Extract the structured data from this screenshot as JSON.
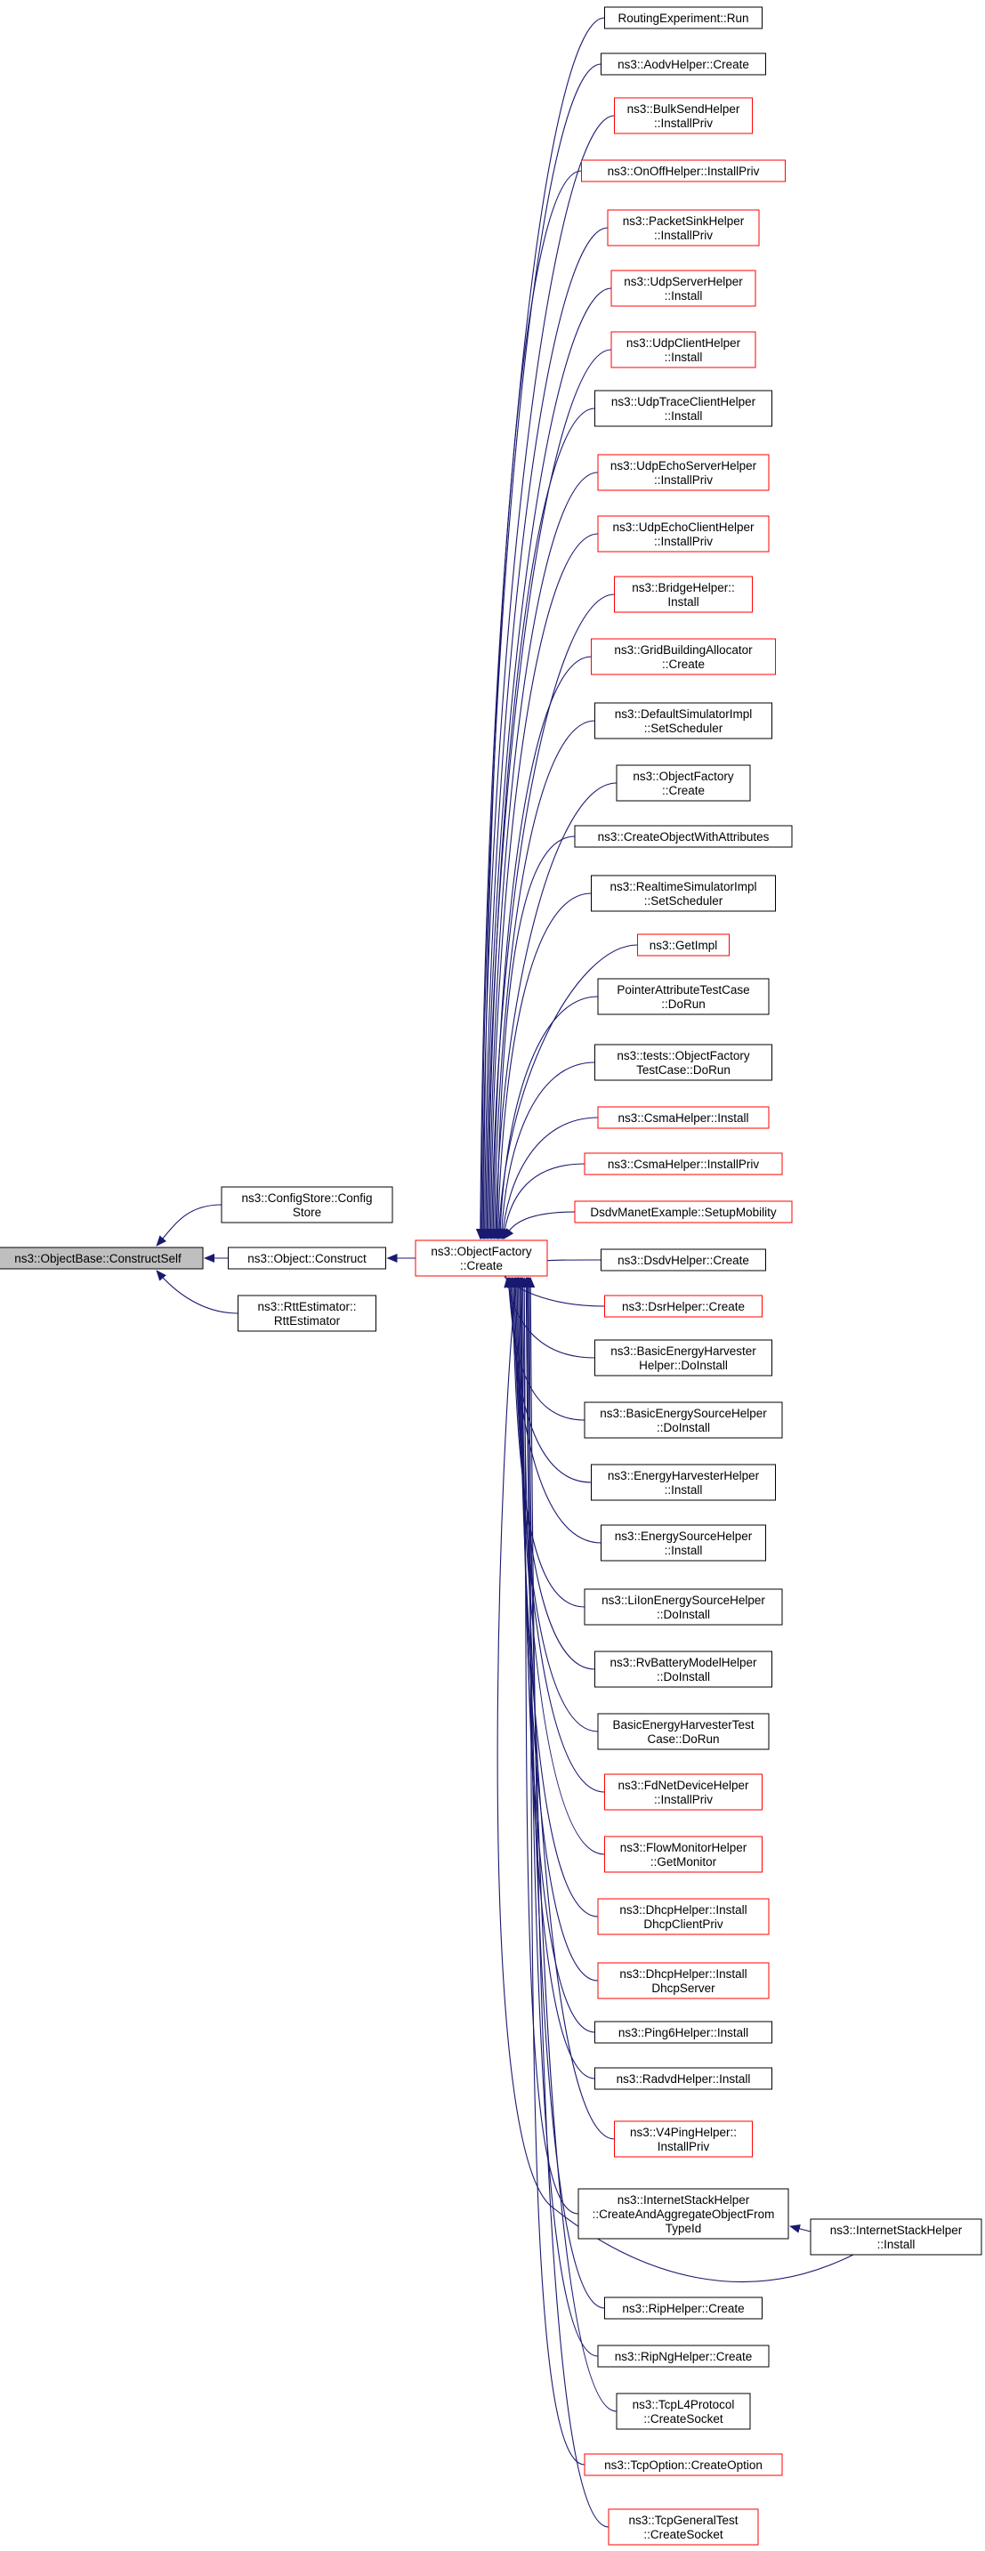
{
  "colors": {
    "edge": "#191970",
    "border_default": "#000000",
    "border_truncated": "#ff0000",
    "fill_root": "#bfbfbf",
    "fill_default": "#ffffff"
  },
  "nodes": [
    {
      "id": "root",
      "lines": [
        "ns3::ObjectBase::ConstructSelf"
      ],
      "style": "root"
    },
    {
      "id": "configstore",
      "lines": [
        "ns3::ConfigStore::Config",
        "Store"
      ],
      "style": "normal"
    },
    {
      "id": "object-construct",
      "lines": [
        "ns3::Object::Construct"
      ],
      "style": "normal"
    },
    {
      "id": "rttestimator",
      "lines": [
        "ns3::RttEstimator::",
        "RttEstimator"
      ],
      "style": "normal"
    },
    {
      "id": "objectfactory-create",
      "lines": [
        "ns3::ObjectFactory",
        "::Create"
      ],
      "style": "truncated"
    },
    {
      "id": "c0",
      "lines": [
        "RoutingExperiment::Run"
      ],
      "style": "normal"
    },
    {
      "id": "c1",
      "lines": [
        "ns3::AodvHelper::Create"
      ],
      "style": "normal"
    },
    {
      "id": "c2",
      "lines": [
        "ns3::BulkSendHelper",
        "::InstallPriv"
      ],
      "style": "truncated"
    },
    {
      "id": "c3",
      "lines": [
        "ns3::OnOffHelper::InstallPriv"
      ],
      "style": "truncated"
    },
    {
      "id": "c4",
      "lines": [
        "ns3::PacketSinkHelper",
        "::InstallPriv"
      ],
      "style": "truncated"
    },
    {
      "id": "c5",
      "lines": [
        "ns3::UdpServerHelper",
        "::Install"
      ],
      "style": "truncated"
    },
    {
      "id": "c6",
      "lines": [
        "ns3::UdpClientHelper",
        "::Install"
      ],
      "style": "truncated"
    },
    {
      "id": "c7",
      "lines": [
        "ns3::UdpTraceClientHelper",
        "::Install"
      ],
      "style": "normal"
    },
    {
      "id": "c8",
      "lines": [
        "ns3::UdpEchoServerHelper",
        "::InstallPriv"
      ],
      "style": "truncated"
    },
    {
      "id": "c9",
      "lines": [
        "ns3::UdpEchoClientHelper",
        "::InstallPriv"
      ],
      "style": "truncated"
    },
    {
      "id": "c10",
      "lines": [
        "ns3::BridgeHelper::",
        "Install"
      ],
      "style": "truncated"
    },
    {
      "id": "c11",
      "lines": [
        "ns3::GridBuildingAllocator",
        "::Create"
      ],
      "style": "truncated"
    },
    {
      "id": "c12",
      "lines": [
        "ns3::DefaultSimulatorImpl",
        "::SetScheduler"
      ],
      "style": "normal"
    },
    {
      "id": "c13",
      "lines": [
        "ns3::ObjectFactory",
        "::Create"
      ],
      "style": "normal"
    },
    {
      "id": "c14",
      "lines": [
        "ns3::CreateObjectWithAttributes"
      ],
      "style": "normal"
    },
    {
      "id": "c15",
      "lines": [
        "ns3::RealtimeSimulatorImpl",
        "::SetScheduler"
      ],
      "style": "normal"
    },
    {
      "id": "c16",
      "lines": [
        "ns3::GetImpl"
      ],
      "style": "truncated"
    },
    {
      "id": "c17",
      "lines": [
        "PointerAttributeTestCase",
        "::DoRun"
      ],
      "style": "normal"
    },
    {
      "id": "c18",
      "lines": [
        "ns3::tests::ObjectFactory",
        "TestCase::DoRun"
      ],
      "style": "normal"
    },
    {
      "id": "c19",
      "lines": [
        "ns3::CsmaHelper::Install"
      ],
      "style": "truncated"
    },
    {
      "id": "c20",
      "lines": [
        "ns3::CsmaHelper::InstallPriv"
      ],
      "style": "truncated"
    },
    {
      "id": "c21",
      "lines": [
        "DsdvManetExample::SetupMobility"
      ],
      "style": "truncated"
    },
    {
      "id": "c22",
      "lines": [
        "ns3::DsdvHelper::Create"
      ],
      "style": "normal"
    },
    {
      "id": "c23",
      "lines": [
        "ns3::DsrHelper::Create"
      ],
      "style": "truncated"
    },
    {
      "id": "c24",
      "lines": [
        "ns3::BasicEnergyHarvester",
        "Helper::DoInstall"
      ],
      "style": "normal"
    },
    {
      "id": "c25",
      "lines": [
        "ns3::BasicEnergySourceHelper",
        "::DoInstall"
      ],
      "style": "normal"
    },
    {
      "id": "c26",
      "lines": [
        "ns3::EnergyHarvesterHelper",
        "::Install"
      ],
      "style": "normal"
    },
    {
      "id": "c27",
      "lines": [
        "ns3::EnergySourceHelper",
        "::Install"
      ],
      "style": "normal"
    },
    {
      "id": "c28",
      "lines": [
        "ns3::LiIonEnergySourceHelper",
        "::DoInstall"
      ],
      "style": "normal"
    },
    {
      "id": "c29",
      "lines": [
        "ns3::RvBatteryModelHelper",
        "::DoInstall"
      ],
      "style": "normal"
    },
    {
      "id": "c30",
      "lines": [
        "BasicEnergyHarvesterTest",
        "Case::DoRun"
      ],
      "style": "normal"
    },
    {
      "id": "c31",
      "lines": [
        "ns3::FdNetDeviceHelper",
        "::InstallPriv"
      ],
      "style": "truncated"
    },
    {
      "id": "c32",
      "lines": [
        "ns3::FlowMonitorHelper",
        "::GetMonitor"
      ],
      "style": "truncated"
    },
    {
      "id": "c33",
      "lines": [
        "ns3::DhcpHelper::Install",
        "DhcpClientPriv"
      ],
      "style": "truncated"
    },
    {
      "id": "c34",
      "lines": [
        "ns3::DhcpHelper::Install",
        "DhcpServer"
      ],
      "style": "truncated"
    },
    {
      "id": "c35",
      "lines": [
        "ns3::Ping6Helper::Install"
      ],
      "style": "normal"
    },
    {
      "id": "c36",
      "lines": [
        "ns3::RadvdHelper::Install"
      ],
      "style": "normal"
    },
    {
      "id": "c37",
      "lines": [
        "ns3::V4PingHelper::",
        "InstallPriv"
      ],
      "style": "truncated"
    },
    {
      "id": "c38",
      "lines": [
        "ns3::InternetStackHelper",
        "::CreateAndAggregateObjectFrom",
        "TypeId"
      ],
      "style": "normal"
    },
    {
      "id": "c39",
      "lines": [
        "ns3::RipHelper::Create"
      ],
      "style": "normal"
    },
    {
      "id": "c40",
      "lines": [
        "ns3::RipNgHelper::Create"
      ],
      "style": "normal"
    },
    {
      "id": "c41",
      "lines": [
        "ns3::TcpL4Protocol",
        "::CreateSocket"
      ],
      "style": "normal"
    },
    {
      "id": "c42",
      "lines": [
        "ns3::TcpOption::CreateOption"
      ],
      "style": "truncated"
    },
    {
      "id": "c43",
      "lines": [
        "ns3::TcpGeneralTest",
        "::CreateSocket"
      ],
      "style": "truncated"
    },
    {
      "id": "ish-install",
      "lines": [
        "ns3::InternetStackHelper",
        "::Install"
      ],
      "style": "normal"
    }
  ],
  "edges": [
    {
      "from": "configstore",
      "to": "root"
    },
    {
      "from": "object-construct",
      "to": "root"
    },
    {
      "from": "rttestimator",
      "to": "root"
    },
    {
      "from": "objectfactory-create",
      "to": "object-construct"
    },
    {
      "from": "c0",
      "to": "objectfactory-create"
    },
    {
      "from": "c1",
      "to": "objectfactory-create"
    },
    {
      "from": "c2",
      "to": "objectfactory-create"
    },
    {
      "from": "c3",
      "to": "objectfactory-create"
    },
    {
      "from": "c4",
      "to": "objectfactory-create"
    },
    {
      "from": "c5",
      "to": "objectfactory-create"
    },
    {
      "from": "c6",
      "to": "objectfactory-create"
    },
    {
      "from": "c7",
      "to": "objectfactory-create"
    },
    {
      "from": "c8",
      "to": "objectfactory-create"
    },
    {
      "from": "c9",
      "to": "objectfactory-create"
    },
    {
      "from": "c10",
      "to": "objectfactory-create"
    },
    {
      "from": "c11",
      "to": "objectfactory-create"
    },
    {
      "from": "c12",
      "to": "objectfactory-create"
    },
    {
      "from": "c13",
      "to": "objectfactory-create"
    },
    {
      "from": "c14",
      "to": "objectfactory-create"
    },
    {
      "from": "c15",
      "to": "objectfactory-create"
    },
    {
      "from": "c16",
      "to": "objectfactory-create"
    },
    {
      "from": "c17",
      "to": "objectfactory-create"
    },
    {
      "from": "c18",
      "to": "objectfactory-create"
    },
    {
      "from": "c19",
      "to": "objectfactory-create"
    },
    {
      "from": "c20",
      "to": "objectfactory-create"
    },
    {
      "from": "c21",
      "to": "objectfactory-create"
    },
    {
      "from": "c22",
      "to": "objectfactory-create"
    },
    {
      "from": "c23",
      "to": "objectfactory-create"
    },
    {
      "from": "c24",
      "to": "objectfactory-create"
    },
    {
      "from": "c25",
      "to": "objectfactory-create"
    },
    {
      "from": "c26",
      "to": "objectfactory-create"
    },
    {
      "from": "c27",
      "to": "objectfactory-create"
    },
    {
      "from": "c28",
      "to": "objectfactory-create"
    },
    {
      "from": "c29",
      "to": "objectfactory-create"
    },
    {
      "from": "c30",
      "to": "objectfactory-create"
    },
    {
      "from": "c31",
      "to": "objectfactory-create"
    },
    {
      "from": "c32",
      "to": "objectfactory-create"
    },
    {
      "from": "c33",
      "to": "objectfactory-create"
    },
    {
      "from": "c34",
      "to": "objectfactory-create"
    },
    {
      "from": "c35",
      "to": "objectfactory-create"
    },
    {
      "from": "c36",
      "to": "objectfactory-create"
    },
    {
      "from": "c37",
      "to": "objectfactory-create"
    },
    {
      "from": "c38",
      "to": "objectfactory-create"
    },
    {
      "from": "c39",
      "to": "objectfactory-create"
    },
    {
      "from": "c40",
      "to": "objectfactory-create"
    },
    {
      "from": "c41",
      "to": "objectfactory-create"
    },
    {
      "from": "c42",
      "to": "objectfactory-create"
    },
    {
      "from": "c43",
      "to": "objectfactory-create"
    },
    {
      "from": "ish-install",
      "to": "objectfactory-create"
    },
    {
      "from": "ish-install",
      "to": "c38"
    }
  ]
}
